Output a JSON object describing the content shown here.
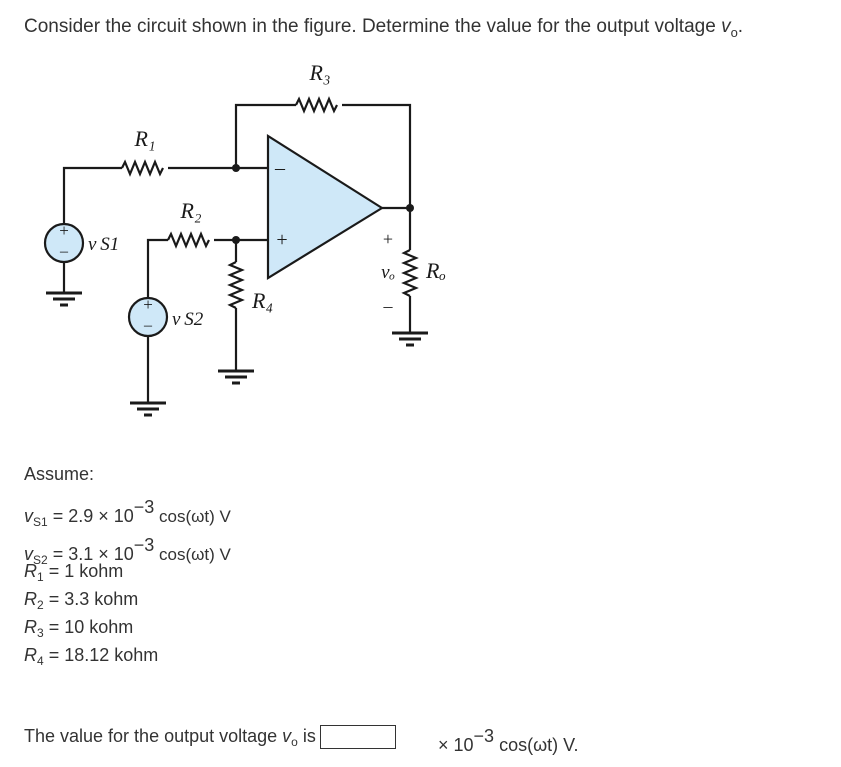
{
  "question": {
    "text": "Consider the circuit shown in the figure. Determine the value for the output voltage ",
    "var": "v",
    "sub": "o",
    "end": "."
  },
  "circuit": {
    "r1": "R₁",
    "r2": "R₂",
    "r3": "R₃",
    "r4": "R₄",
    "ro": "Rₒ",
    "vs1": "v S1",
    "vs2": "v S2",
    "vo": "vₒ",
    "plus": "+",
    "minus": "–",
    "opamp_minus": "–",
    "opamp_plus": "+"
  },
  "assume": {
    "heading": "Assume:",
    "vs1": {
      "var": "v",
      "sub": "S1",
      "eq": " = 2.9 × 10",
      "exp": "−3",
      "rest": " cos(ωt) V"
    },
    "vs2": {
      "var": "v",
      "sub": "S2",
      "eq": " = 3.1 × 10",
      "exp": "−3",
      "rest": " cos(ωt) V"
    },
    "r1": {
      "var": "R",
      "sub": "1",
      "rest": " = 1 kohm"
    },
    "r2": {
      "var": "R",
      "sub": "2",
      "rest": " = 3.3 kohm"
    },
    "r3": {
      "var": "R",
      "sub": "3",
      "rest": " = 10 kohm"
    },
    "r4": {
      "var": "R",
      "sub": "4",
      "rest": " = 18.12 kohm"
    }
  },
  "answer": {
    "prefix": "The value for the output voltage ",
    "var": "v",
    "sub": "o",
    "is": " is",
    "input_value": "",
    "times": "× 10",
    "exp": "−3",
    "suffix": " cos(ωt) V."
  },
  "colors": {
    "source_fill": "#cfe8f8",
    "opamp_fill": "#cfe8f8",
    "wire": "#1a1a1a"
  }
}
